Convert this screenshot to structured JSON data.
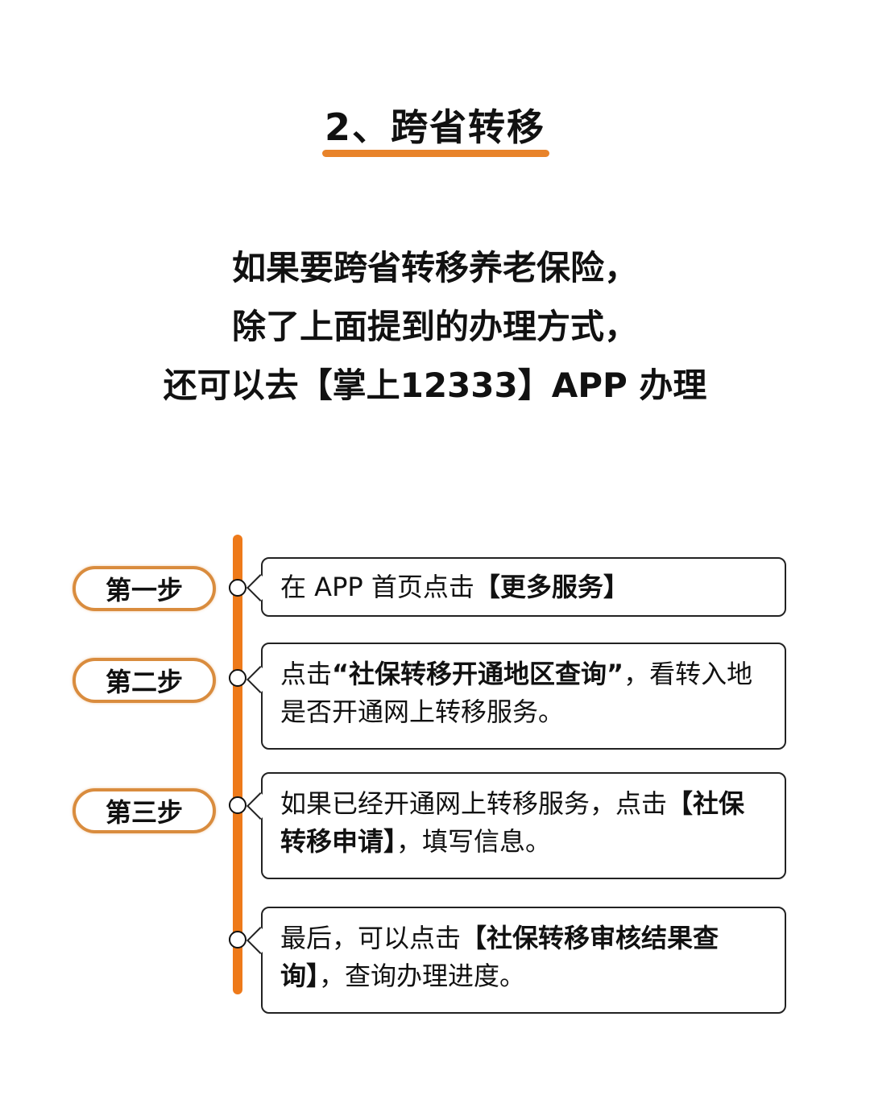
{
  "title": "2、跨省转移",
  "colors": {
    "accent": "#ee7a1a",
    "pill_border": "#d98c3e",
    "text": "#111111",
    "background": "#ffffff"
  },
  "intro": {
    "lines": [
      "如果要跨省转移养老保险，",
      "除了上面提到的办理方式，",
      "还可以去【掌上12333】APP 办理"
    ]
  },
  "steps": [
    {
      "label": "第一步",
      "text_parts": [
        {
          "text": "在 APP 首页点击",
          "bold": false
        },
        {
          "text": "【更多服务】",
          "bold": true
        }
      ]
    },
    {
      "label": "第二步",
      "text_parts": [
        {
          "text": "点击",
          "bold": false
        },
        {
          "text": "“社保转移开通地区查询”",
          "bold": true
        },
        {
          "text": "，看转入地是否开通网上转移服务。",
          "bold": false
        }
      ]
    },
    {
      "label": "第三步",
      "text_parts": [
        {
          "text": "如果已经开通网上转移服务，点击",
          "bold": false
        },
        {
          "text": "【社保转移申请】",
          "bold": true
        },
        {
          "text": "，填写信息。",
          "bold": false
        }
      ]
    },
    {
      "label": "",
      "text_parts": [
        {
          "text": "最后，可以点击",
          "bold": false
        },
        {
          "text": "【社保转移审核结果查询】",
          "bold": true
        },
        {
          "text": "，查询办理进度。",
          "bold": false
        }
      ]
    }
  ]
}
